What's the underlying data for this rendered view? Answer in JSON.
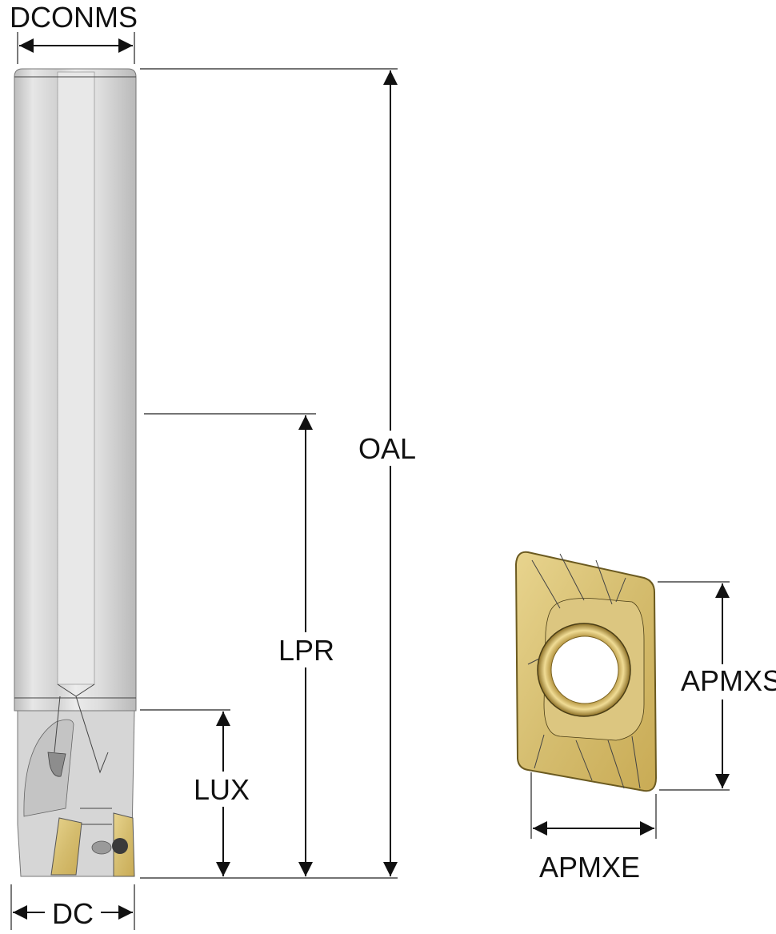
{
  "diagram": {
    "labels": {
      "dconms": "DCONMS",
      "oal": "OAL",
      "lpr": "LPR",
      "lux": "LUX",
      "dc": "DC",
      "apmxs": "APMXS",
      "apmxe": "APMXE"
    },
    "colors": {
      "shank": "#d9d9d9",
      "insert": "#d9c27a",
      "line": "#111111"
    }
  }
}
